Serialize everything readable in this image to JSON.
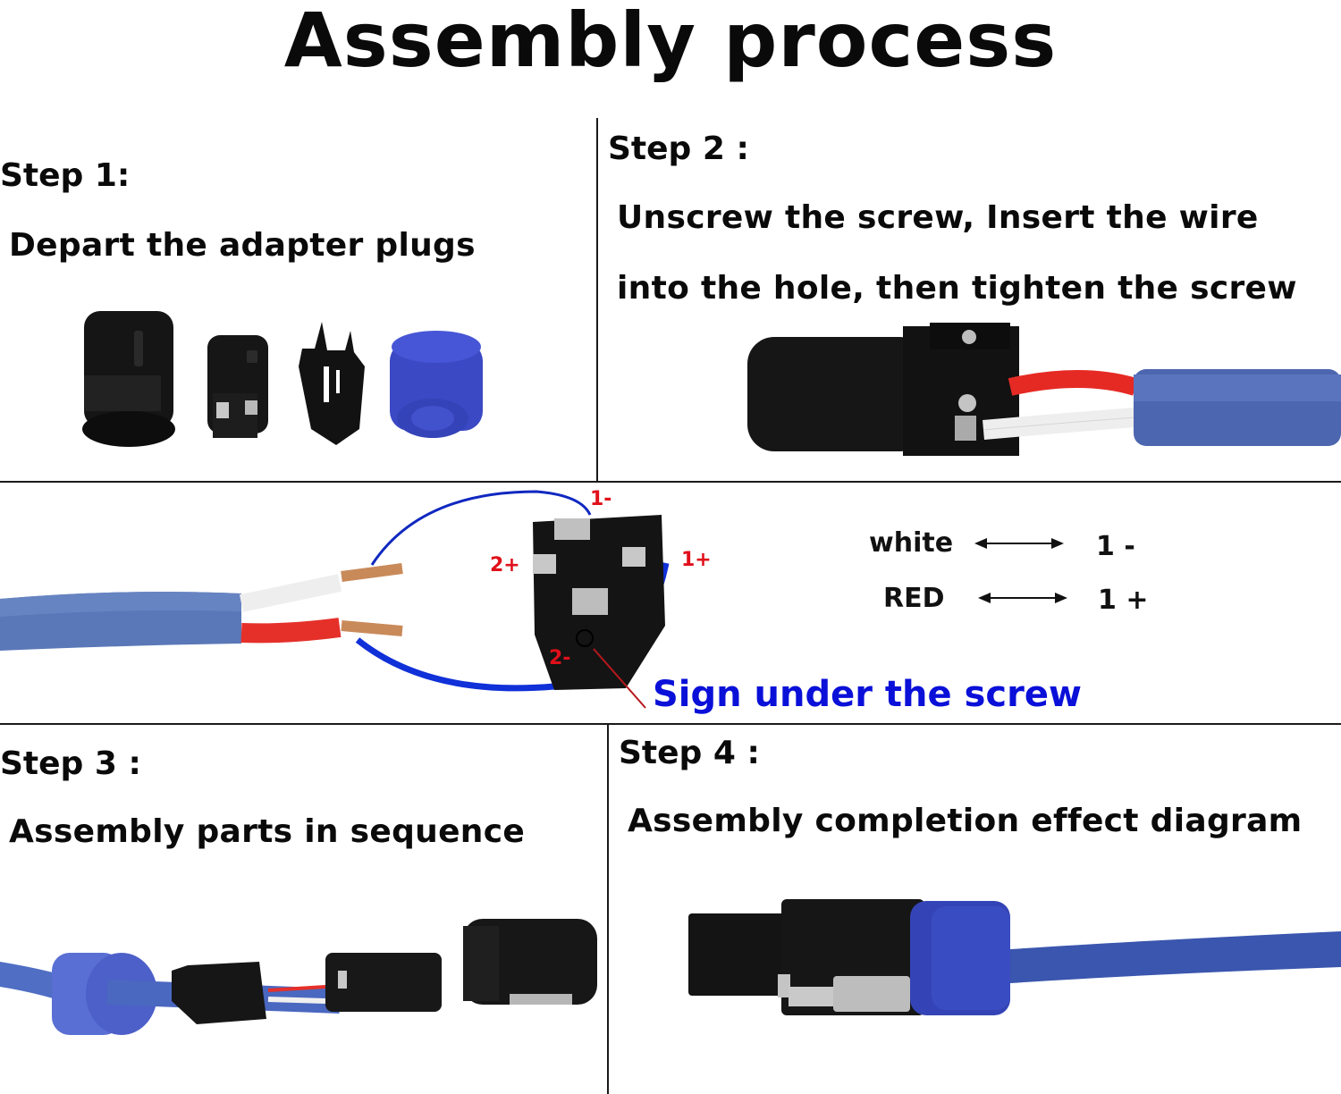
{
  "title": "Assembly process",
  "steps": [
    {
      "heading": "Step 1:",
      "lines": [
        "Depart the  adapter plugs"
      ],
      "image": "disassembled-connector-parts"
    },
    {
      "heading": "Step 2 :",
      "lines": [
        "Unscrew the screw, Insert the wire",
        "into the hole,   then  tighten the screw"
      ],
      "image": "wires-screwed-into-insert"
    },
    {
      "heading": "Step 3 :",
      "lines": [
        "Assembly parts in sequence"
      ],
      "image": "parts-aligned-on-cable"
    },
    {
      "heading": "Step 4 :",
      "lines": [
        "Assembly completion effect diagram"
      ],
      "image": "assembled-speakon-plug"
    }
  ],
  "wiring": {
    "terminal_labels": [
      "1-",
      "1+",
      "2+",
      "2-"
    ],
    "mapping": [
      {
        "wire": "white",
        "terminal": "1 -"
      },
      {
        "wire": "RED",
        "terminal": "1 +"
      }
    ],
    "note": "Sign under the screw",
    "colors": {
      "label_red": "#e0101a",
      "note_blue": "#0a10d8",
      "cable_blue": "#5a78b8"
    }
  }
}
